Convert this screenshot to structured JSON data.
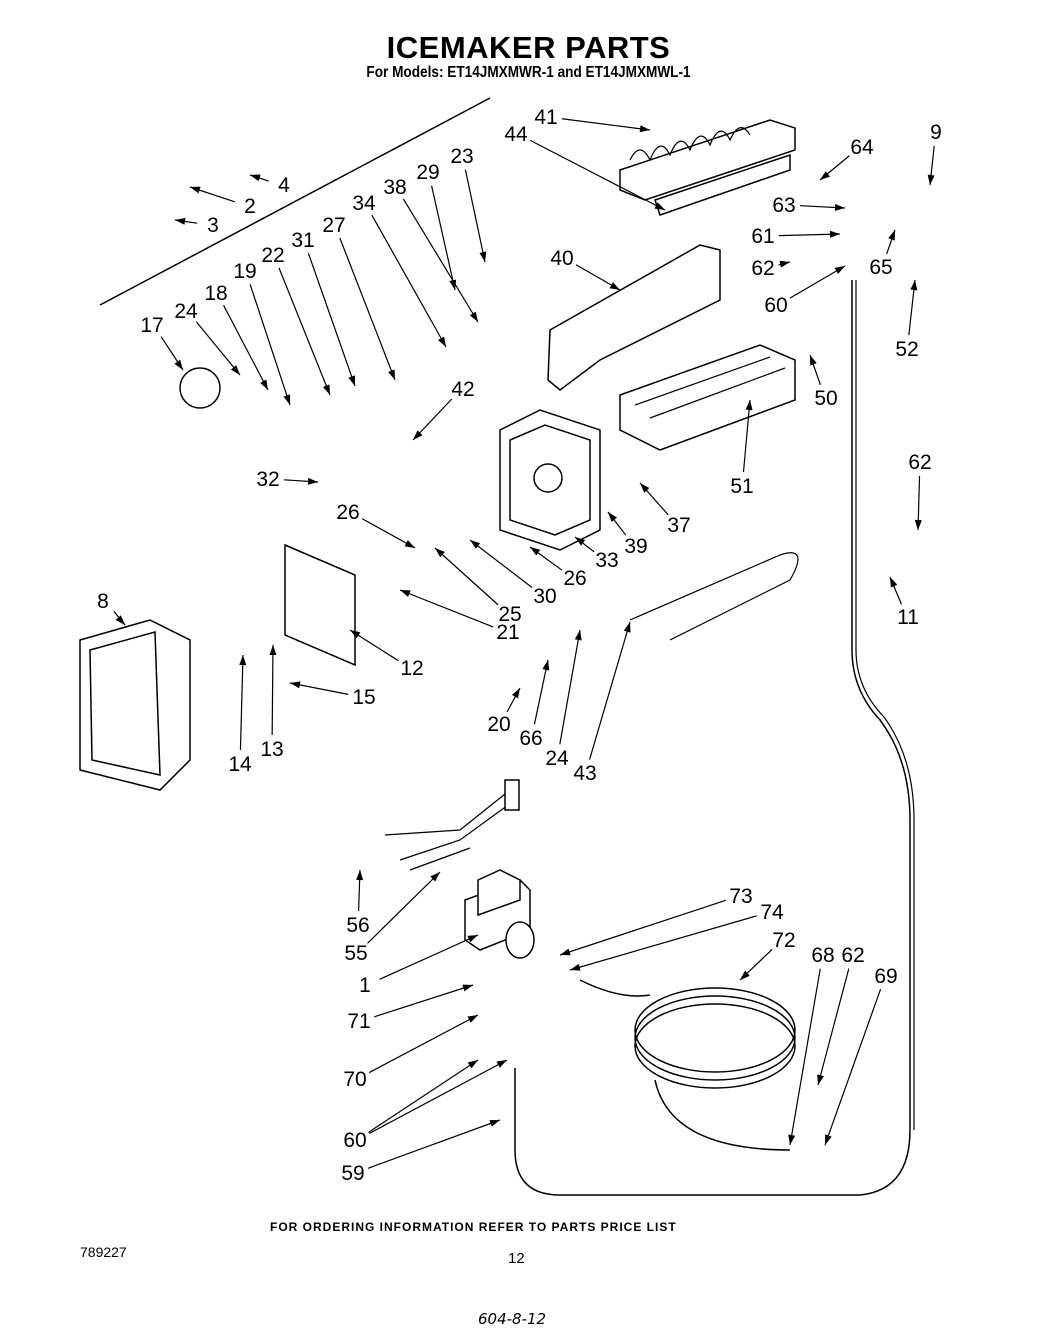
{
  "header": {
    "title": "ICEMAKER PARTS",
    "subtitle": "For Models: ET14JMXMWR-1 and ET14JMXMWL-1"
  },
  "diagram": {
    "callouts": [
      "41",
      "44",
      "23",
      "29",
      "38",
      "34",
      "27",
      "31",
      "22",
      "19",
      "18",
      "24",
      "17",
      "4",
      "2",
      "3",
      "40",
      "42",
      "32",
      "26",
      "26",
      "33",
      "39",
      "37",
      "51",
      "50",
      "62",
      "60",
      "61",
      "63",
      "64",
      "9",
      "65",
      "52",
      "62",
      "11",
      "8",
      "21",
      "25",
      "30",
      "12",
      "15",
      "14",
      "13",
      "20",
      "66",
      "24",
      "43",
      "56",
      "55",
      "1",
      "71",
      "70",
      "60",
      "59",
      "73",
      "74",
      "72",
      "68",
      "62",
      "69"
    ]
  },
  "footer": {
    "note": "FOR ORDERING INFORMATION REFER TO PARTS PRICE LIST",
    "doc_number": "789227",
    "page_number": "12",
    "handwritten_code": "604-8-12"
  }
}
